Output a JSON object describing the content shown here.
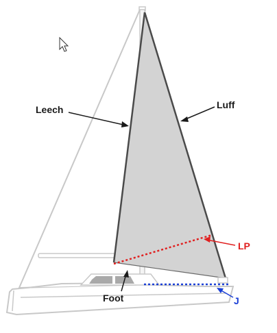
{
  "labels": {
    "leech": "Leech",
    "luff": "Luff",
    "lp": "LP",
    "foot": "Foot",
    "j": "J"
  },
  "colors": {
    "background": "#ffffff",
    "outline": "#c8c8c8",
    "sail_fill": "#d3d3d3",
    "sail_edge": "#4a4a4a",
    "label": "#1a1a1a",
    "lp": "#e02020",
    "j": "#1a3fd6",
    "window": "#a9a9a9"
  },
  "icons": {
    "cursor": "mouse-pointer-icon"
  }
}
